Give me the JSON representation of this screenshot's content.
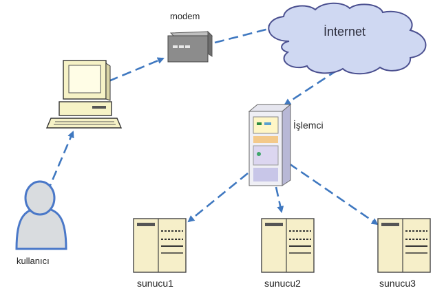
{
  "labels": {
    "modem": "modem",
    "internet": "İnternet",
    "processor": "İşlemci",
    "user": "kullanıcı",
    "server1": "sunucu1",
    "server2": "sunucu2",
    "server3": "sunucu3"
  },
  "colors": {
    "connector": "#3f78c0",
    "cloud_fill": "#cfd8f2",
    "cloud_stroke": "#4a4f8f",
    "computer_fill": "#f6f2c6",
    "server_fill": "#f6efc9",
    "user_fill": "#d9dcdf",
    "user_stroke": "#4a78c8",
    "modem_fill": "#8c8c8c"
  },
  "icons": {
    "modem": "modem-icon",
    "cloud": "cloud-icon",
    "computer": "desktop-computer-icon",
    "processor": "server-tower-icon",
    "user": "user-icon",
    "server": "rack-server-icon"
  }
}
